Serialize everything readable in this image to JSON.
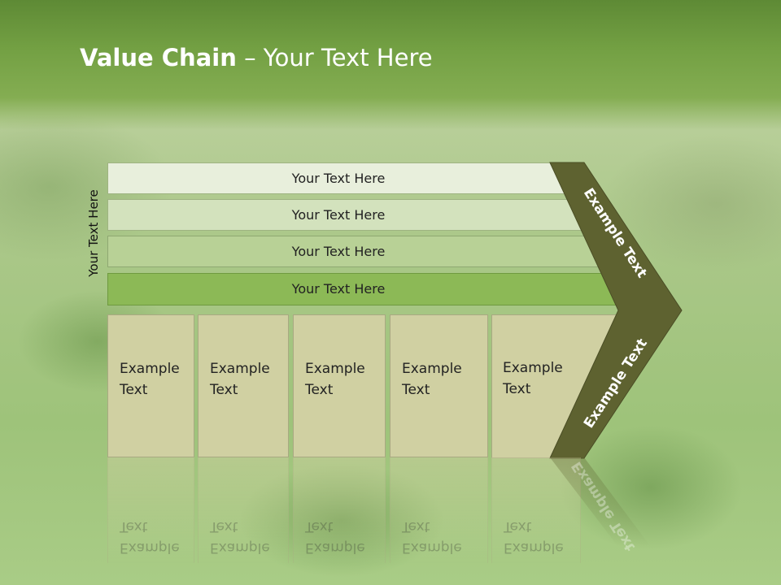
{
  "title": {
    "bold": "Value Chain",
    "rest": " – Your Text Here"
  },
  "side_label": "Your Text Here",
  "rows": [
    {
      "label": "Your Text Here"
    },
    {
      "label": "Your Text Here"
    },
    {
      "label": "Your Text Here"
    },
    {
      "label": "Your Text Here"
    }
  ],
  "cells": [
    {
      "text": "Example\nText"
    },
    {
      "text": "Example\nText"
    },
    {
      "text": "Example\nText"
    },
    {
      "text": "Example\nText"
    },
    {
      "text": "Example\nText"
    }
  ],
  "chevron": {
    "upper": "Example Text",
    "lower": "Example Text"
  },
  "colors": {
    "row1": "#e8efdc",
    "row2": "#d3e2bd",
    "row3": "#b8d196",
    "row4": "#8cb956",
    "cell": "#d0d0a2",
    "chevron": "#5e6230",
    "title": "#ffffff"
  }
}
